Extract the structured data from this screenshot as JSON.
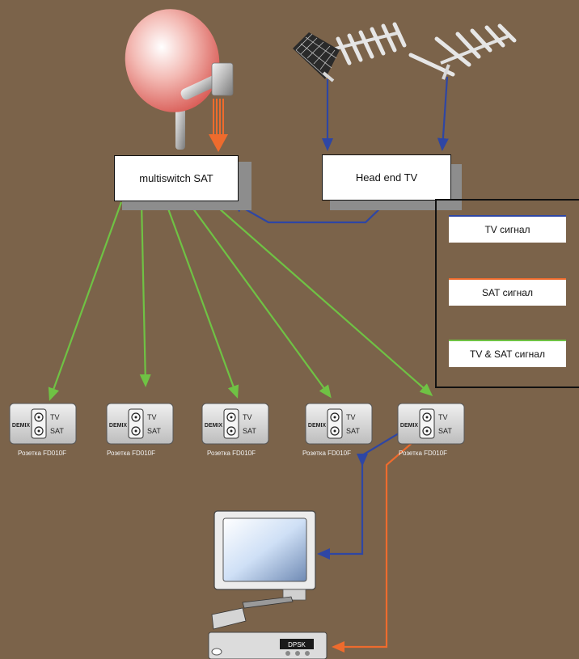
{
  "boxes": {
    "multiswitch": "multiswitch SAT",
    "headend": "Head end TV"
  },
  "legend": {
    "tv": {
      "label": "TV сигнал",
      "color": "#2e46a4"
    },
    "sat": {
      "label": "SAT сигнал",
      "color": "#ee6b2d"
    },
    "mixed": {
      "label": "TV & SAT сигнал",
      "color": "#6fc244"
    }
  },
  "sockets": [
    {
      "brand": "DEMIX",
      "port_tv": "TV",
      "port_sat": "SAT",
      "caption": "Розетка FD010F"
    },
    {
      "brand": "DEMIX",
      "port_tv": "TV",
      "port_sat": "SAT",
      "caption": "Розетка FD010F"
    },
    {
      "brand": "DEMIX",
      "port_tv": "TV",
      "port_sat": "SAT",
      "caption": "Розетка FD010F"
    },
    {
      "brand": "DEMIX",
      "port_tv": "TV",
      "port_sat": "SAT",
      "caption": "Розетка FD010F"
    },
    {
      "brand": "DEMIX",
      "port_tv": "TV",
      "port_sat": "SAT",
      "caption": "Розетка FD010F"
    }
  ],
  "receiver": {
    "display": "DPSK"
  },
  "icons": [
    "satellite-dish-icon",
    "antenna-icon",
    "tv-icon",
    "receiver-icon",
    "socket-icon"
  ],
  "colors": {
    "background": "#7b634a",
    "tv_line": "#2e46a4",
    "sat_line": "#ee6b2d",
    "mixed_line": "#6fc244"
  }
}
